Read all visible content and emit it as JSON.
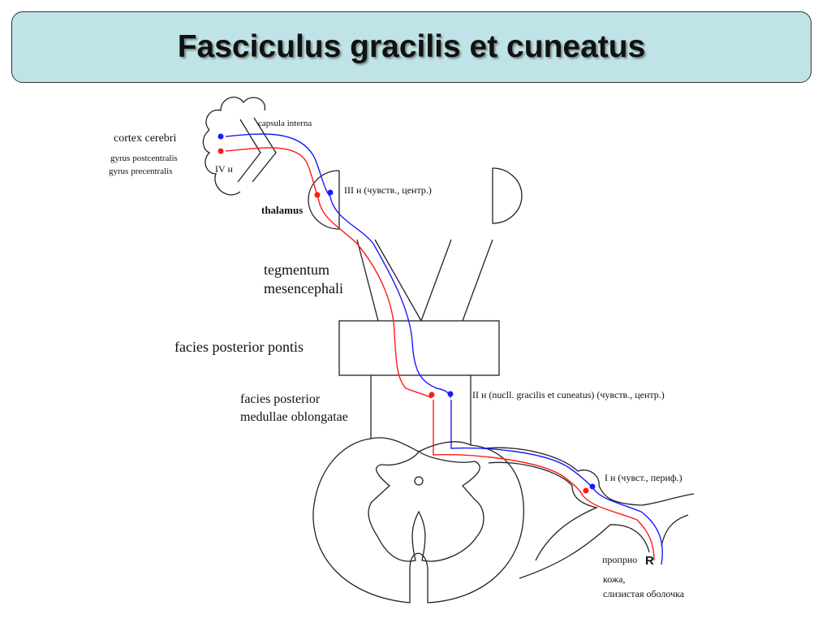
{
  "title": "Fasciculus gracilis et cuneatus",
  "labels": {
    "cortex": "cortex cerebri",
    "gyrus_post": "gyrus postcentralis",
    "gyrus_pre": "gyrus precentralis",
    "capsula": "capsula interna",
    "neuron4": "IV н",
    "neuron3": "III н (чувств., центр.)",
    "thalamus": "thalamus",
    "tegmentum": "tegmentum",
    "mesencephali": "mesencephali",
    "pons": "facies posterior pontis",
    "medulla1": "facies posterior",
    "medulla2": "medullae oblongatae",
    "neuron2": "II н (nucll. gracilis et cuneatus) (чувств., центр.)",
    "neuron1": "I н (чувст., периф.)",
    "proprio": "проприо",
    "receptor": "R",
    "skin": "кожа,",
    "mucosa": "слизистая  оболочка"
  },
  "colors": {
    "fiber_blue": "#1a1aff",
    "fiber_red": "#ff1a1a",
    "title_bg": "#bfe3e6"
  }
}
